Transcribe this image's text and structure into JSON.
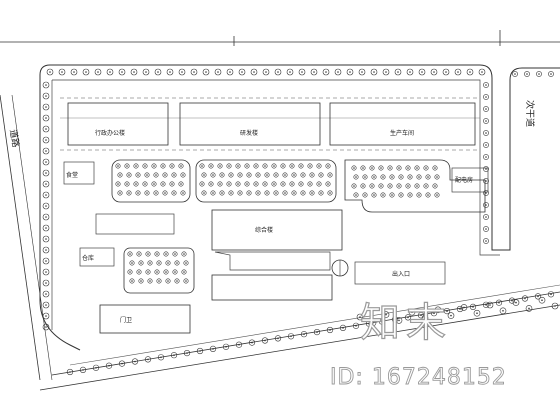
{
  "watermark": {
    "logo": "知末",
    "id_text": "ID: 167248152"
  },
  "plan_labels": {
    "top_left": "行政办公楼",
    "top_center": "研发楼",
    "top_right": "生产车间",
    "left_mid": "食堂",
    "center_block": "综合楼",
    "lower_left": "仓库",
    "bottom_left": "门卫",
    "right_small": "配电房",
    "gate": "出入口",
    "side_road": "次干道",
    "left_road": "道路"
  },
  "icons": {
    "tree": "tree-symbol",
    "compass": "north-arrow-icon"
  }
}
